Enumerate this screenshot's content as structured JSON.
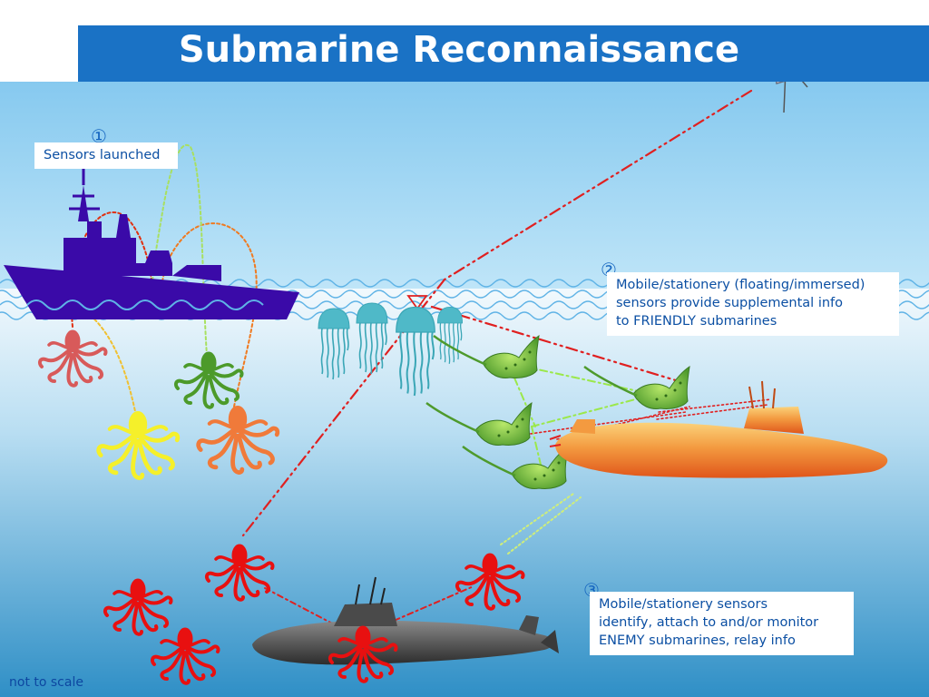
{
  "title": "Submarine Reconnaissance",
  "steps": [
    {
      "number": "①",
      "text": "Sensors launched"
    },
    {
      "number": "②",
      "lines": [
        "Mobile/stationery (floating/immersed)",
        "sensors provide supplemental info",
        "to FRIENDLY submarines"
      ]
    },
    {
      "number": "③",
      "lines": [
        "Mobile/stationery sensors",
        "identify, attach to and/or monitor",
        "ENEMY submarines, relay info"
      ]
    }
  ],
  "footnote": "not to scale",
  "colors": {
    "title_bar": "#1a72c5",
    "callout_text": "#0b4fa3",
    "ship": "#3a0aa8",
    "friendly_submarine": "#f07020",
    "enemy_submarine": "#555555",
    "enemy_sensor": "#e81010",
    "comm_link": "#e02020",
    "sensor_link": "#9be84a"
  },
  "icons": [
    "satellite-icon",
    "warship-icon",
    "octopus-sensor-icon",
    "jellyfish-sensor-icon",
    "manta-ray-sensor-icon",
    "friendly-submarine-icon",
    "enemy-submarine-icon",
    "buoy-icon"
  ]
}
